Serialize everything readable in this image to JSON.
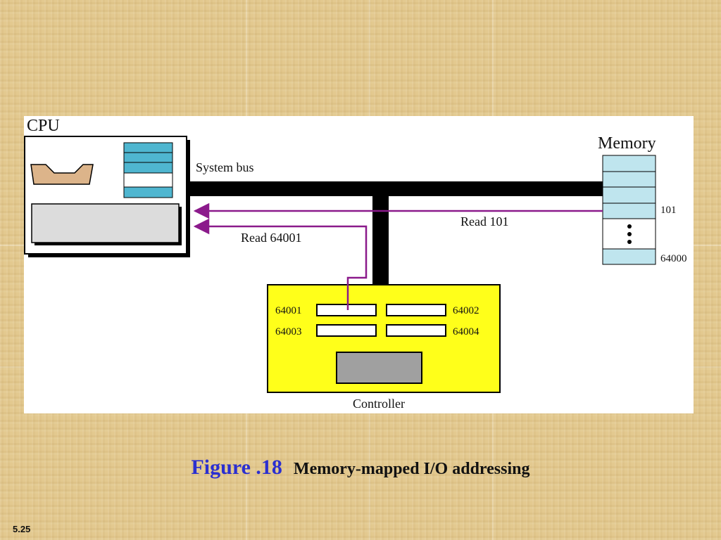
{
  "diagram": {
    "cpu_label": "CPU",
    "memory_label": "Memory",
    "system_bus_label": "System bus",
    "read_101_label": "Read 101",
    "read_64001_label": "Read 64001",
    "memory_addresses": {
      "addr_101": "101",
      "addr_64000": "64000"
    },
    "controller_label": "Controller",
    "controller_registers": [
      "64001",
      "64002",
      "64003",
      "64004"
    ]
  },
  "caption": {
    "figure_label": "Figure .18",
    "title": "Memory-mapped I/O addressing"
  },
  "slide_number": "5.25",
  "colors": {
    "bus": "#000000",
    "arrow": "#8b1a8b",
    "cpu_register": "#4fb6d0",
    "alu_shape": "#dcb48a",
    "memory_cell": "#bfe5ee",
    "controller": "#ffff1a",
    "controller_block": "#a0a0a0"
  }
}
